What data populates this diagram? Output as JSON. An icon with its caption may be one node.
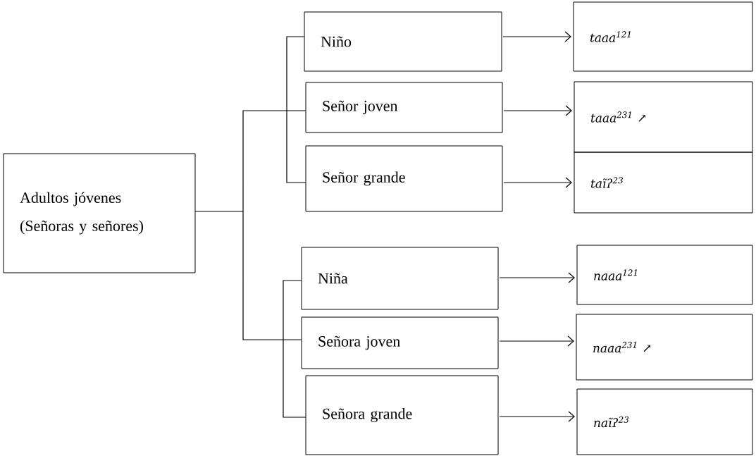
{
  "diagram": {
    "nodes": [
      {
        "text": [
          "Adultos jóvenes",
          "(Señoras y señores)"
        ]
      },
      {
        "text": [
          "Niño"
        ]
      },
      {
        "text": [
          "Señor joven"
        ]
      },
      {
        "text": [
          "Señor grande"
        ]
      },
      {
        "text": [
          "Niña"
        ]
      },
      {
        "text": [
          "Señora joven"
        ]
      },
      {
        "text": [
          "Señora grande"
        ]
      },
      {
        "text": [
          "taaa$^{121}$"
        ]
      },
      {
        "text": [
          "taaa$^{231}$ ↗"
        ]
      },
      {
        "text": [
          "taĩʔ$^{23}$"
        ]
      },
      {
        "text": [
          "naaa$^{121}$"
        ]
      },
      {
        "text": [
          "naaa$^{231}$ ↗"
        ]
      },
      {
        "text": [
          "naĩʔ$^{23}$"
        ]
      }
    ],
    "edges": [
      {
        "from": 0,
        "to": 1,
        "arrow": "none"
      },
      {
        "from": 0,
        "to": 2,
        "arrow": "none"
      },
      {
        "from": 0,
        "to": 3,
        "arrow": "none"
      },
      {
        "from": 0,
        "to": 4,
        "arrow": "none"
      },
      {
        "from": 0,
        "to": 5,
        "arrow": "none"
      },
      {
        "from": 0,
        "to": 6,
        "arrow": "none"
      },
      {
        "from": 1,
        "to": 7,
        "arrow": "to"
      },
      {
        "from": 2,
        "to": 8,
        "arrow": "to"
      },
      {
        "from": 3,
        "to": 9,
        "arrow": "to"
      },
      {
        "from": 4,
        "to": 10,
        "arrow": "to"
      },
      {
        "from": 5,
        "to": 11,
        "arrow": "to"
      },
      {
        "from": 6,
        "to": 12,
        "arrow": "to"
      }
    ]
  }
}
